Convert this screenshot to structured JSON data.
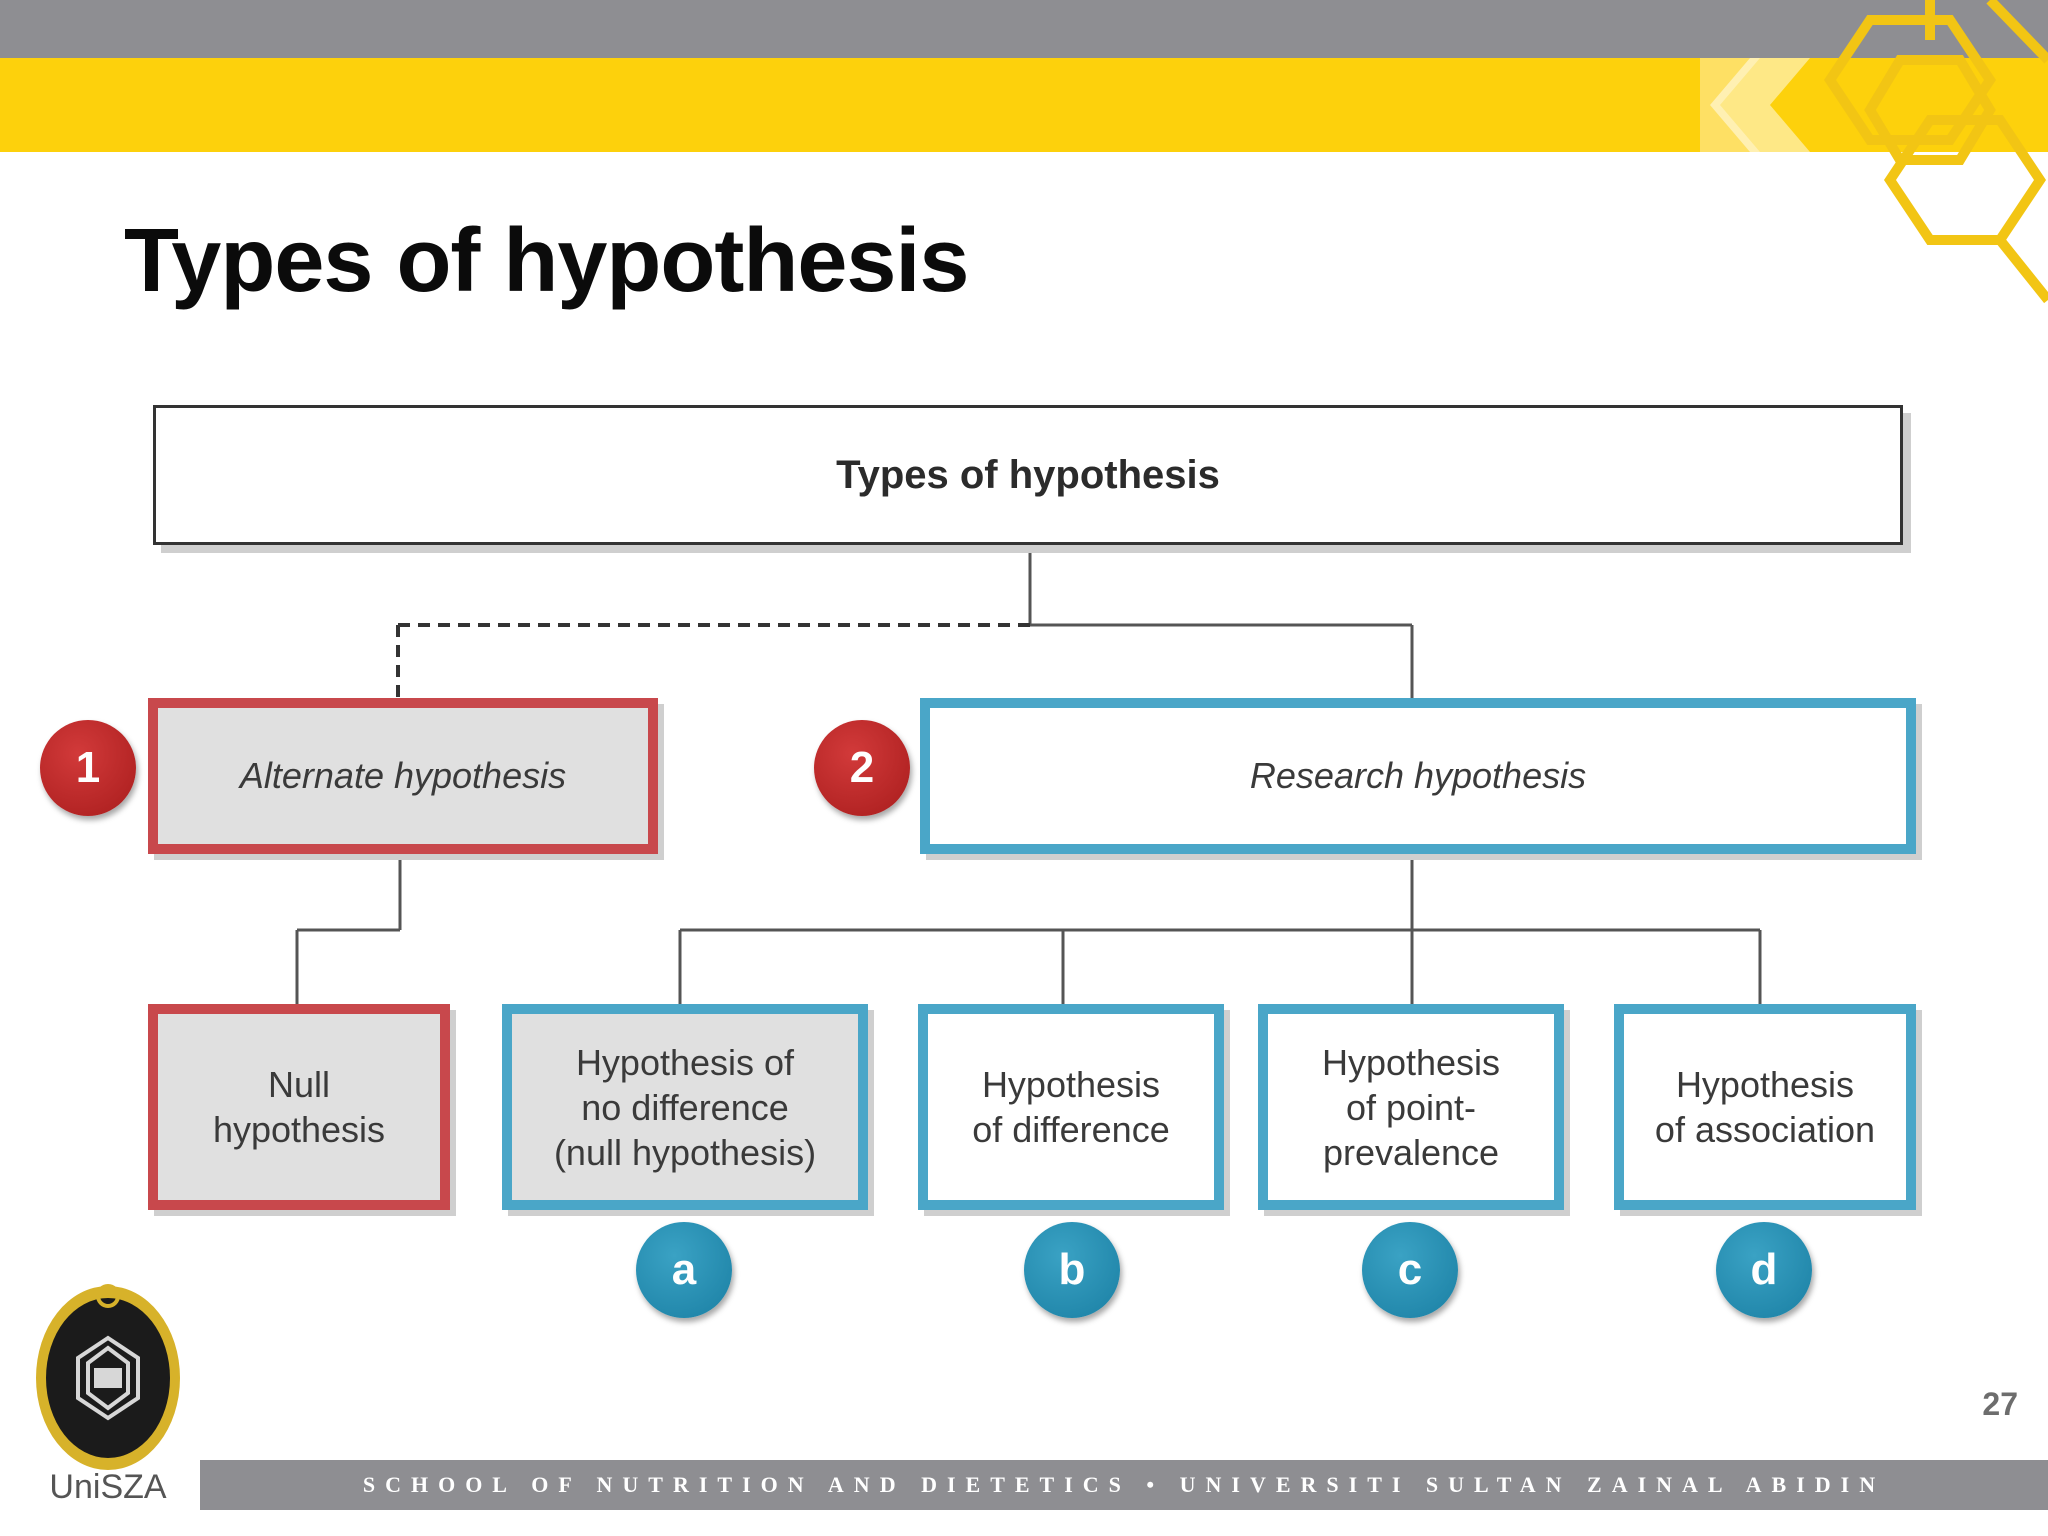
{
  "slide": {
    "title": "Types of hypothesis",
    "page_number": "27"
  },
  "diagram": {
    "root_label": "Types of hypothesis",
    "alternate_label": "Alternate hypothesis",
    "research_label": "Research hypothesis",
    "null_label_line1": "Null",
    "null_label_line2": "hypothesis",
    "no_diff_line1": "Hypothesis of",
    "no_diff_line2": "no difference",
    "no_diff_line3": "(null hypothesis)",
    "diff_line1": "Hypothesis",
    "diff_line2": "of difference",
    "point_line1": "Hypothesis",
    "point_line2": "of point-",
    "point_line3": "prevalence",
    "assoc_line1": "Hypothesis",
    "assoc_line2": "of association"
  },
  "badges": {
    "one": "1",
    "two": "2",
    "a": "a",
    "b": "b",
    "c": "c",
    "d": "d"
  },
  "footer": {
    "text": "SCHOOL OF NUTRITION AND DIETETICS • UNIVERSITI SULTAN ZAINAL ABIDIN",
    "logo_text": "UniSZA"
  },
  "colors": {
    "accent_yellow": "#fdd10c",
    "bar_grey": "#8e8e92",
    "red_box": "#c8484c",
    "blue_box": "#4aa6c8"
  }
}
